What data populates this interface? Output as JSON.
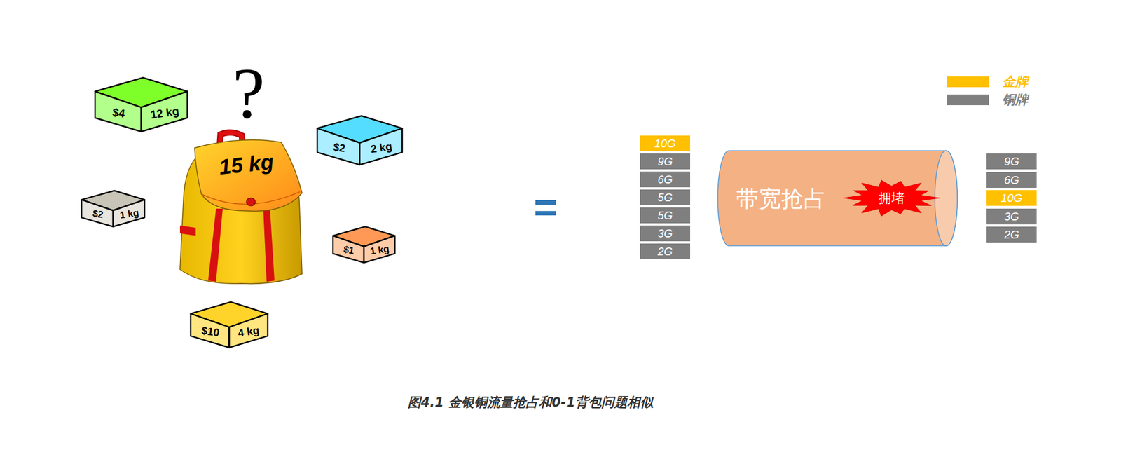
{
  "diagram": {
    "caption": "图4.1 金银铜流量抢占和0-1背包问题相似",
    "nodes": [
      {
        "text": [
          "$4",
          "12 kg"
        ]
      },
      {
        "text": [
          "$2",
          "2 kg"
        ]
      },
      {
        "text": [
          "$2",
          "1 kg"
        ]
      },
      {
        "text": [
          "15 kg"
        ]
      },
      {
        "text": [
          "$1",
          "1 kg"
        ]
      },
      {
        "text": [
          "$10",
          "4 kg"
        ]
      },
      {
        "text": [
          "10G"
        ]
      },
      {
        "text": [
          "9G"
        ]
      },
      {
        "text": [
          "6G"
        ]
      },
      {
        "text": [
          "5G"
        ]
      },
      {
        "text": [
          "5G"
        ]
      },
      {
        "text": [
          "3G"
        ]
      },
      {
        "text": [
          "2G"
        ]
      },
      {
        "text": [
          "带宽抢占"
        ]
      },
      {
        "text": [
          "拥堵"
        ],
        "in": 13
      },
      {
        "text": [
          "9G"
        ]
      },
      {
        "text": [
          "6G"
        ]
      },
      {
        "text": [
          "10G"
        ]
      },
      {
        "text": [
          "3G"
        ]
      },
      {
        "text": [
          "2G"
        ]
      }
    ],
    "labels": [
      "?",
      "="
    ],
    "legend": [
      {
        "text": "金牌",
        "color": "#FFC000"
      },
      {
        "text": "铜牌",
        "color": "#7F7F7F"
      }
    ]
  }
}
